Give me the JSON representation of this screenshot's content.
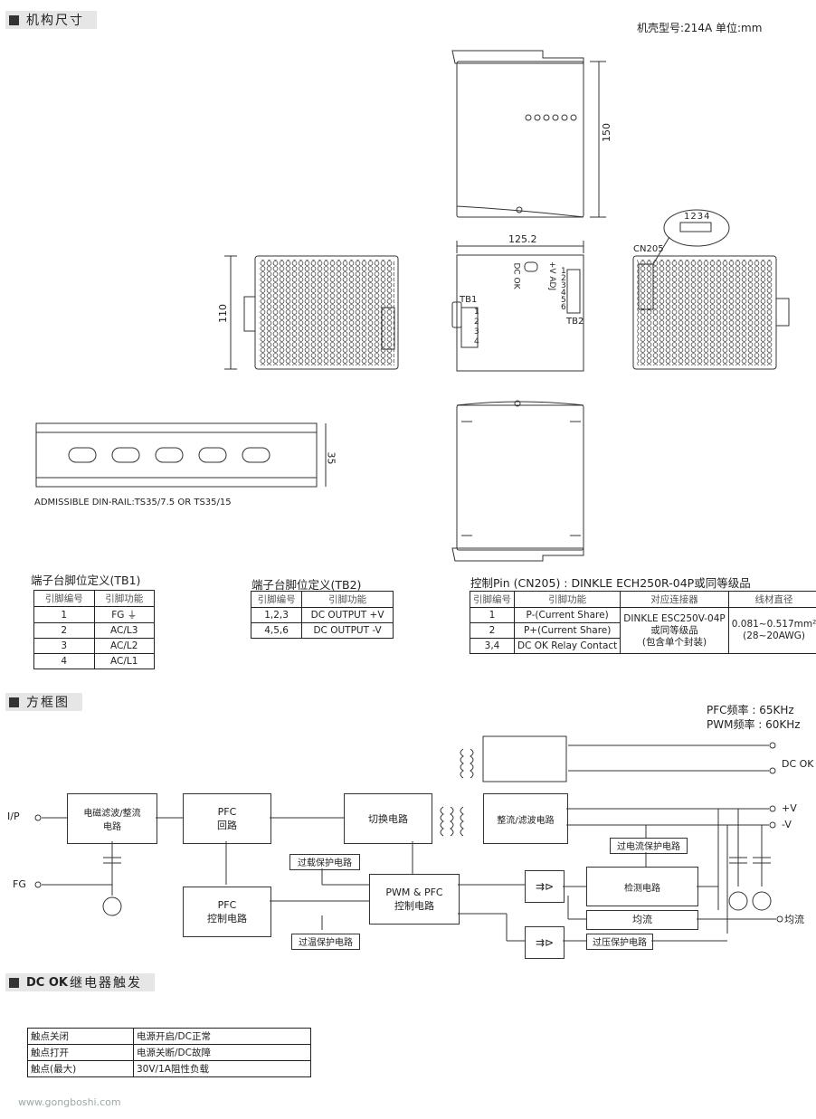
{
  "sections": {
    "mech": "机构尺寸",
    "block": "方框图",
    "dcok_prefix": "DC OK",
    "dcok_suffix": "继电器触发"
  },
  "mech": {
    "case_info": "机壳型号:214A  单位:mm",
    "dim_150": "150",
    "dim_125": "125.2",
    "dim_110": "110",
    "dim_35": "35",
    "cn205_label": "CN205",
    "cn205_pins": "1234",
    "tb1_label": "TB1",
    "tb2_label": "TB2",
    "dc_ok": "DC OK",
    "v_adj": "+V ADJ",
    "tb1_pins": [
      "1",
      "2",
      "3",
      "4"
    ],
    "tb2_pins": [
      "1",
      "2",
      "3",
      "4",
      "5",
      "6"
    ],
    "din_rail": "ADMISSIBLE DIN-RAIL:TS35/7.5 OR TS35/15"
  },
  "tb1": {
    "title": "端子台脚位定义(TB1)",
    "headers": [
      "引脚编号",
      "引脚功能"
    ],
    "rows": [
      [
        "1",
        "FG ⏚"
      ],
      [
        "2",
        "AC/L3"
      ],
      [
        "3",
        "AC/L2"
      ],
      [
        "4",
        "AC/L1"
      ]
    ]
  },
  "tb2": {
    "title": "端子台脚位定义(TB2)",
    "headers": [
      "引脚编号",
      "引脚功能"
    ],
    "rows": [
      [
        "1,2,3",
        "DC OUTPUT +V"
      ],
      [
        "4,5,6",
        "DC OUTPUT -V"
      ]
    ]
  },
  "cn205": {
    "title": "控制Pin (CN205) : DINKLE  ECH250R-04P或同等级品",
    "headers": [
      "引脚编号",
      "引脚功能",
      "对应连接器",
      "线材直径"
    ],
    "rows": [
      [
        "1",
        "P-(Current Share)"
      ],
      [
        "2",
        "P+(Current Share)"
      ],
      [
        "3,4",
        "DC OK Relay Contact"
      ]
    ],
    "connector": [
      "DINKLE ESC250V-04P",
      "或同等级品",
      "(包含单个封装)"
    ],
    "wire": [
      "0.081~0.517mm²",
      "(28~20AWG)"
    ]
  },
  "block": {
    "pfc_freq": "PFC频率 : 65KHz",
    "pwm_freq": "PWM频率 : 60KHz",
    "ip": "I/P",
    "fg": "FG",
    "emi": [
      "电磁滤波/整流",
      "电路"
    ],
    "pfc": [
      "PFC",
      "回路"
    ],
    "switch": "切换电路",
    "rect": "整流/滤波电路",
    "ocp": "过电流保护电路",
    "olp": "过载保护电路",
    "pwm": [
      "PWM & PFC",
      "控制电路"
    ],
    "pfc_ctrl": [
      "PFC",
      "控制电路"
    ],
    "otp": "过温保护电路",
    "detect": "检测电路",
    "share": "均流",
    "ovp": "过压保护电路",
    "dc_ok": "DC OK",
    "vplus": "+V",
    "vminus": "-V",
    "share_out": "均流"
  },
  "dcok": {
    "rows": [
      [
        "触点关闭",
        "电源开启/DC正常"
      ],
      [
        "触点打开",
        "电源关断/DC故障"
      ],
      [
        "触点(最大)",
        "30V/1A阻性负载"
      ]
    ]
  },
  "watermark": "www.gongboshi.com"
}
